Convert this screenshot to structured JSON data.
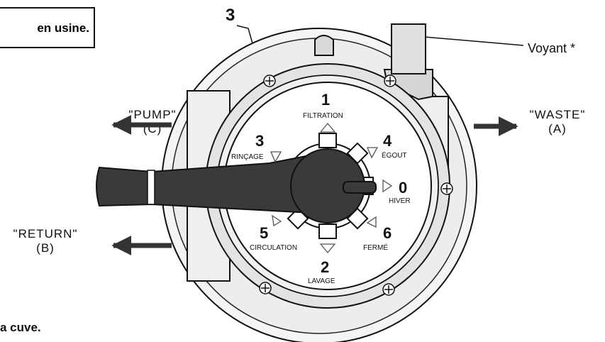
{
  "callouts": {
    "factory_note": "en usine.",
    "bottom_note": "a cuve.",
    "part_number": "3",
    "indicator": "Voyant *"
  },
  "ports": {
    "pump": {
      "name": "\"PUMP\"",
      "letter": "(C)"
    },
    "return": {
      "name": "\"RETURN\"",
      "letter": "(B)"
    },
    "waste": {
      "name": "\"WASTE\"",
      "letter": "(A)"
    }
  },
  "positions": [
    {
      "number": "1",
      "label": "FILTRATION"
    },
    {
      "number": "2",
      "label": "LAVAGE"
    },
    {
      "number": "3",
      "label": "RINÇAGE"
    },
    {
      "number": "4",
      "label": "ÉGOUT"
    },
    {
      "number": "5",
      "label": "CIRCULATION"
    },
    {
      "number": "6",
      "label": "FERMÉ"
    },
    {
      "number": "0",
      "label": "HIVER"
    }
  ]
}
